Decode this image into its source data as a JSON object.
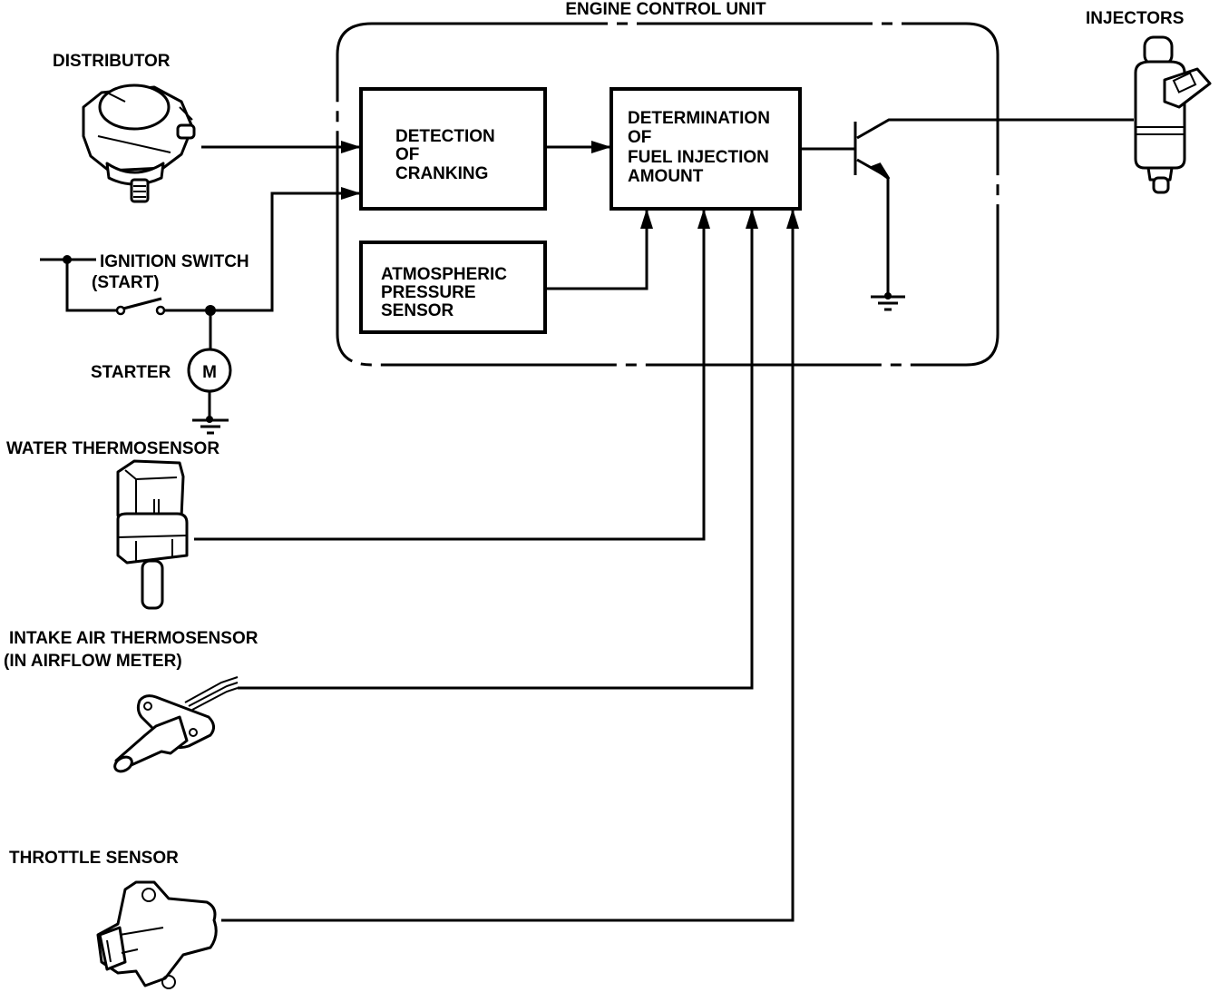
{
  "diagram": {
    "ecu": {
      "title": "ENGINE CONTROL UNIT"
    },
    "blocks": {
      "detection": {
        "lines": [
          "DETECTION",
          "OF",
          "CRANKING"
        ]
      },
      "determination": {
        "lines": [
          "DETERMINATION",
          "OF",
          "FUEL INJECTION",
          "AMOUNT"
        ]
      },
      "atmospheric": {
        "lines": [
          "ATMOSPHERIC",
          "PRESSURE",
          "SENSOR"
        ]
      }
    },
    "components": {
      "distributor": "DISTRIBUTOR",
      "injectors": "INJECTORS",
      "ignition_switch": [
        "IGNITION SWITCH",
        "(START)"
      ],
      "starter": "STARTER",
      "starter_motor_symbol": "M",
      "water_thermosensor": "WATER THERMOSENSOR",
      "intake_air_thermosensor": [
        "INTAKE AIR THERMOSENSOR",
        "(IN AIRFLOW METER)"
      ],
      "throttle_sensor": "THROTTLE SENSOR"
    },
    "colors": {
      "line": "#000000",
      "background": "#ffffff"
    }
  }
}
